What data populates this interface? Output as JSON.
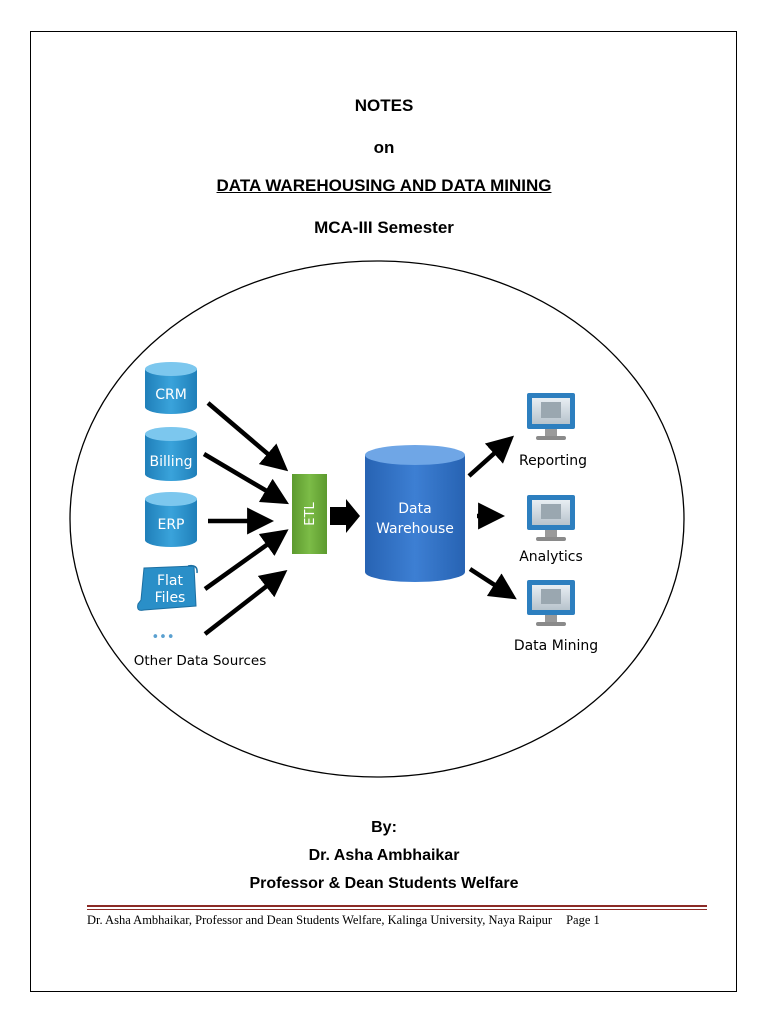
{
  "header": {
    "line1": "NOTES",
    "line2": "on",
    "line3": "DATA WAREHOUSING AND DATA MINING",
    "line4": "MCA-III Semester"
  },
  "diagram": {
    "sources": [
      {
        "label_lines": [
          "CRM"
        ]
      },
      {
        "label_lines": [
          "Billing"
        ]
      },
      {
        "label_lines": [
          "ERP"
        ]
      },
      {
        "label_lines": [
          "Flat",
          "Files"
        ]
      }
    ],
    "other_dots": "•••",
    "other_label": "Other Data Sources",
    "etl_label": "ETL",
    "warehouse_lines": [
      "Data",
      "Warehouse"
    ],
    "outputs": [
      {
        "label": "Reporting"
      },
      {
        "label": "Analytics"
      },
      {
        "label": "Data Mining"
      }
    ],
    "colors": {
      "cylinder": "#2a8fc8",
      "cylinder_top": "#6ec1ea",
      "warehouse": "#2f6fc4",
      "warehouse_top": "#5e9ee0",
      "etl": "#6aa737",
      "monitor": "#2d7fbf"
    }
  },
  "author": {
    "by": "By:",
    "name": "Dr. Asha Ambhaikar",
    "role": "Professor & Dean Students Welfare"
  },
  "footer": {
    "text": "Dr. Asha Ambhaikar, Professor and Dean Students Welfare, Kalinga University, Naya Raipur",
    "page": "Page 1"
  }
}
